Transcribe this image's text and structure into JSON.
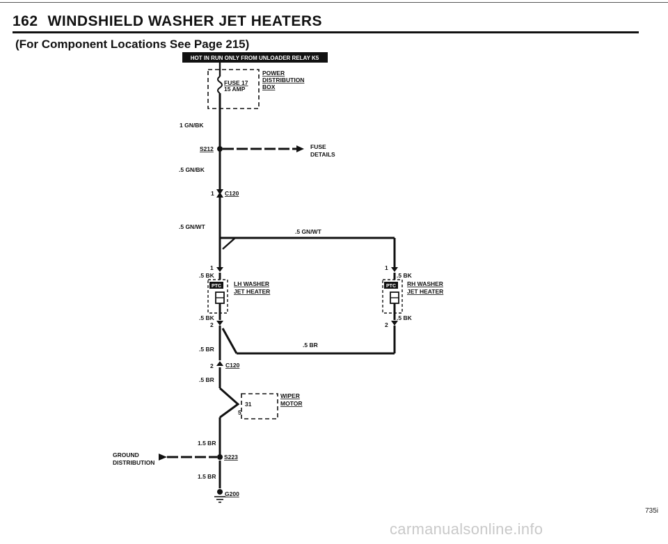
{
  "header": {
    "page_number": "162",
    "title": "WINDSHIELD WASHER JET HEATERS",
    "subtitle": "(For Component Locations See Page 215)"
  },
  "banner": "HOT IN RUN ONLY FROM UNLOADER RELAY K5",
  "fuse_box": {
    "fuse": "FUSE 17",
    "rating": "15 AMP",
    "box_label_1": "POWER",
    "box_label_2": "DISTRIBUTION",
    "box_label_3": "BOX"
  },
  "wires": {
    "w1": "1 GN/BK",
    "w2": ".5 GN/BK",
    "w3": ".5 GN/WT",
    "w4": ".5 GN/WT",
    "lh_top": ".5 BK",
    "lh_bottom": ".5 BK",
    "rh_top": ".5 BK",
    "rh_bottom": ".5 BK",
    "br_mid": ".5 BR",
    "br_left": ".5 BR",
    "br_below": ".5 BR",
    "br_gnd1": "1.5 BR",
    "br_gnd2": "1.5 BR"
  },
  "splices": {
    "s212": "S212",
    "s223": "S223"
  },
  "fuse_details": {
    "line1": "FUSE",
    "line2": "DETAILS"
  },
  "connectors": {
    "c120_top": "C120",
    "c120_top_pin": "1",
    "c120_bottom": "C120",
    "c120_bottom_pin": "2"
  },
  "lh_heater": {
    "ptc": "PTC",
    "label1": "LH WASHER",
    "label2": "JET HEATER",
    "pin_top": "1",
    "pin_bottom": "2"
  },
  "rh_heater": {
    "ptc": "PTC",
    "label1": "RH WASHER",
    "label2": "JET HEATER",
    "pin_top": "1",
    "pin_bottom": "2"
  },
  "wiper_motor": {
    "label1": "WIPER",
    "label2": "MOTOR",
    "pin_a": "31",
    "pin_b": "5"
  },
  "ground": {
    "line1": "GROUND",
    "line2": "DISTRIBUTION",
    "g200": "G200"
  },
  "footer": {
    "code": "735i",
    "watermark": "carmanualsonline.info"
  }
}
